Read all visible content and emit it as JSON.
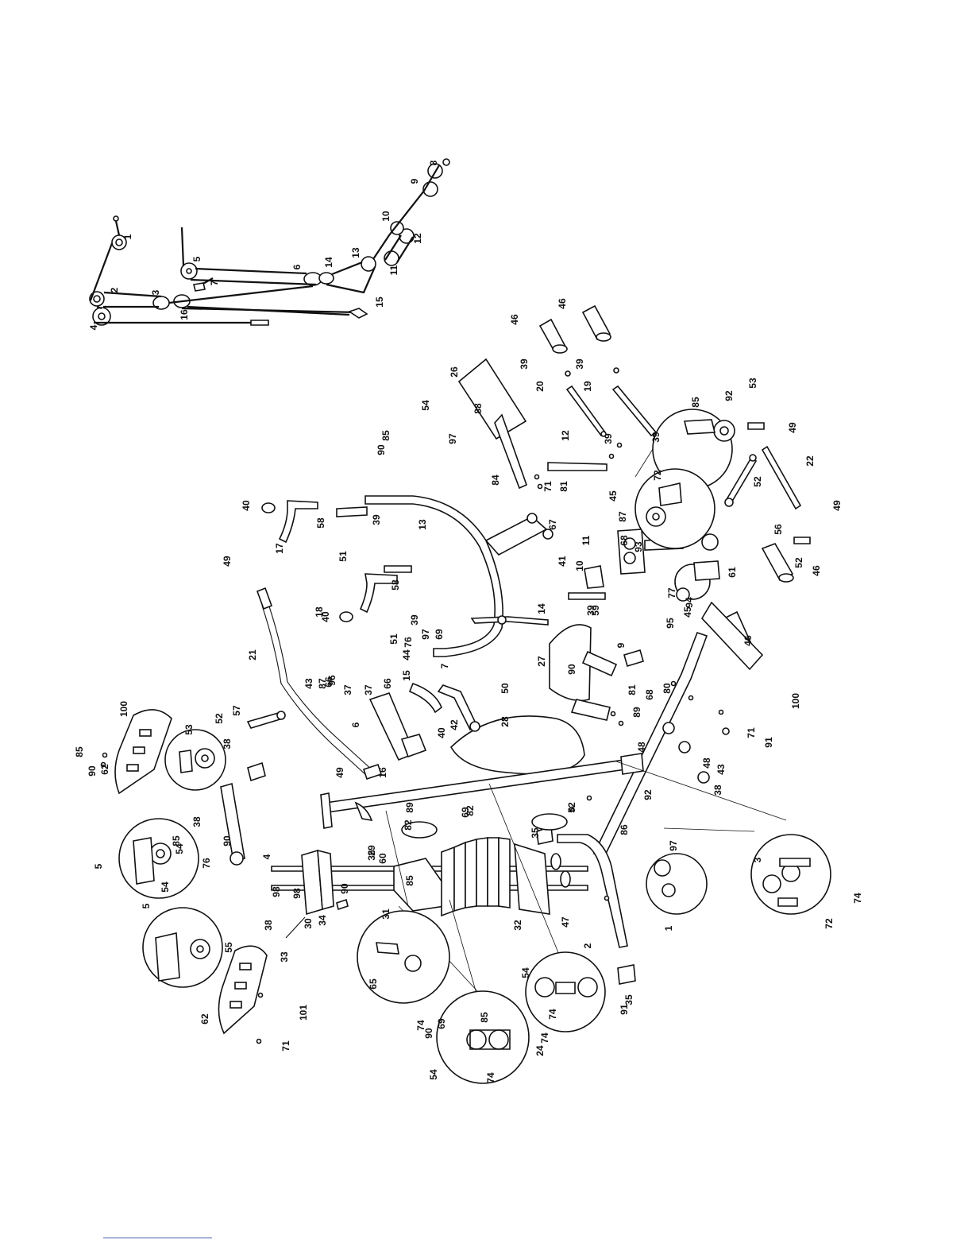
{
  "labels": {
    "pulley": [
      "1",
      "2",
      "3",
      "4",
      "5",
      "6",
      "7",
      "8",
      "9",
      "10",
      "11",
      "12",
      "13",
      "14",
      "15",
      "16"
    ],
    "main": [
      "1",
      "2",
      "3",
      "4",
      "5",
      "5",
      "6",
      "7",
      "9",
      "10",
      "11",
      "12",
      "13",
      "14",
      "15",
      "16",
      "17",
      "18",
      "19",
      "20",
      "21",
      "22",
      "24",
      "26",
      "27",
      "28",
      "29",
      "30",
      "31",
      "32",
      "33",
      "34",
      "35",
      "35",
      "36",
      "37",
      "37",
      "38",
      "38",
      "38",
      "38",
      "39",
      "39",
      "39",
      "39",
      "39",
      "39",
      "39",
      "40",
      "40",
      "40",
      "41",
      "42",
      "43",
      "43",
      "44",
      "45",
      "45",
      "46",
      "46",
      "46",
      "46",
      "47",
      "48",
      "48",
      "49",
      "49",
      "49",
      "49",
      "50",
      "51",
      "51",
      "52",
      "52",
      "52",
      "52",
      "53",
      "53",
      "54",
      "54",
      "54",
      "54",
      "54",
      "55",
      "56",
      "57",
      "58",
      "58",
      "59",
      "60",
      "61",
      "62",
      "62",
      "65",
      "66",
      "66",
      "67",
      "68",
      "68",
      "69",
      "69",
      "69",
      "71",
      "71",
      "71",
      "72",
      "72",
      "74",
      "74",
      "74",
      "74",
      "74",
      "76",
      "76",
      "77",
      "80",
      "81",
      "81",
      "82",
      "82",
      "84",
      "85",
      "85",
      "85",
      "85",
      "85",
      "85",
      "86",
      "87",
      "87",
      "88",
      "89",
      "89",
      "90",
      "90",
      "90",
      "90",
      "90",
      "90",
      "91",
      "91",
      "92",
      "92",
      "93",
      "94",
      "95",
      "96",
      "97",
      "97",
      "97",
      "98",
      "98",
      "100",
      "100",
      "101"
    ]
  }
}
